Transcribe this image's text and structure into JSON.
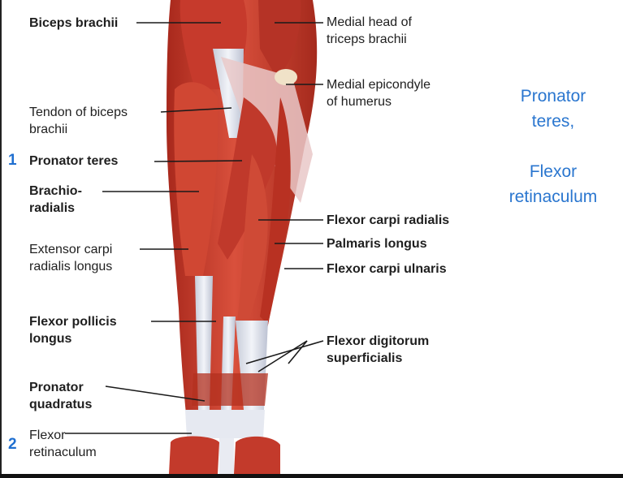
{
  "labels": {
    "biceps_brachii": "Biceps brachii",
    "tendon_biceps_1": "Tendon of biceps",
    "tendon_biceps_2": "brachii",
    "pronator_teres": "Pronator teres",
    "brachioradialis_1": "Brachio-",
    "brachioradialis_2": "radialis",
    "ecrl_1": "Extensor carpi",
    "ecrl_2": "radialis longus",
    "fpl_1": "Flexor pollicis",
    "fpl_2": "longus",
    "pq_1": "Pronator",
    "pq_2": "quadratus",
    "flexor_ret_1": "Flexor",
    "flexor_ret_2": "retinaculum",
    "medial_head_1": "Medial head of",
    "medial_head_2": "triceps brachii",
    "medial_epi_1": "Medial epicondyle",
    "medial_epi_2": "of humerus",
    "fcr": "Flexor carpi radialis",
    "palmaris": "Palmaris longus",
    "fcu": "Flexor carpi ulnaris",
    "fds_1": "Flexor digitorum",
    "fds_2": "superficialis"
  },
  "markers": {
    "one": "1",
    "two": "2"
  },
  "side_note": {
    "line1": "Pronator",
    "line2": "teres,",
    "line3": "Flexor",
    "line4": "retinaculum"
  },
  "colors": {
    "muscle": "#c8392b",
    "muscle_dark": "#9e2418",
    "tendon": "#dfe3ee",
    "marker": "#1f6fd0"
  }
}
